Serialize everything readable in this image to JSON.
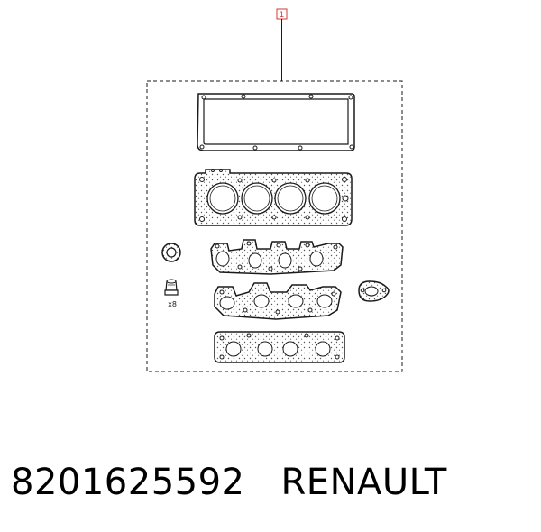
{
  "callout": {
    "number": "1",
    "color": "#d23a3a"
  },
  "quantity_label": "x8",
  "footer": {
    "part_number": "8201625592",
    "brand": "RENAULT"
  },
  "colors": {
    "line": "#1a1a1a",
    "dots": "#555555"
  }
}
